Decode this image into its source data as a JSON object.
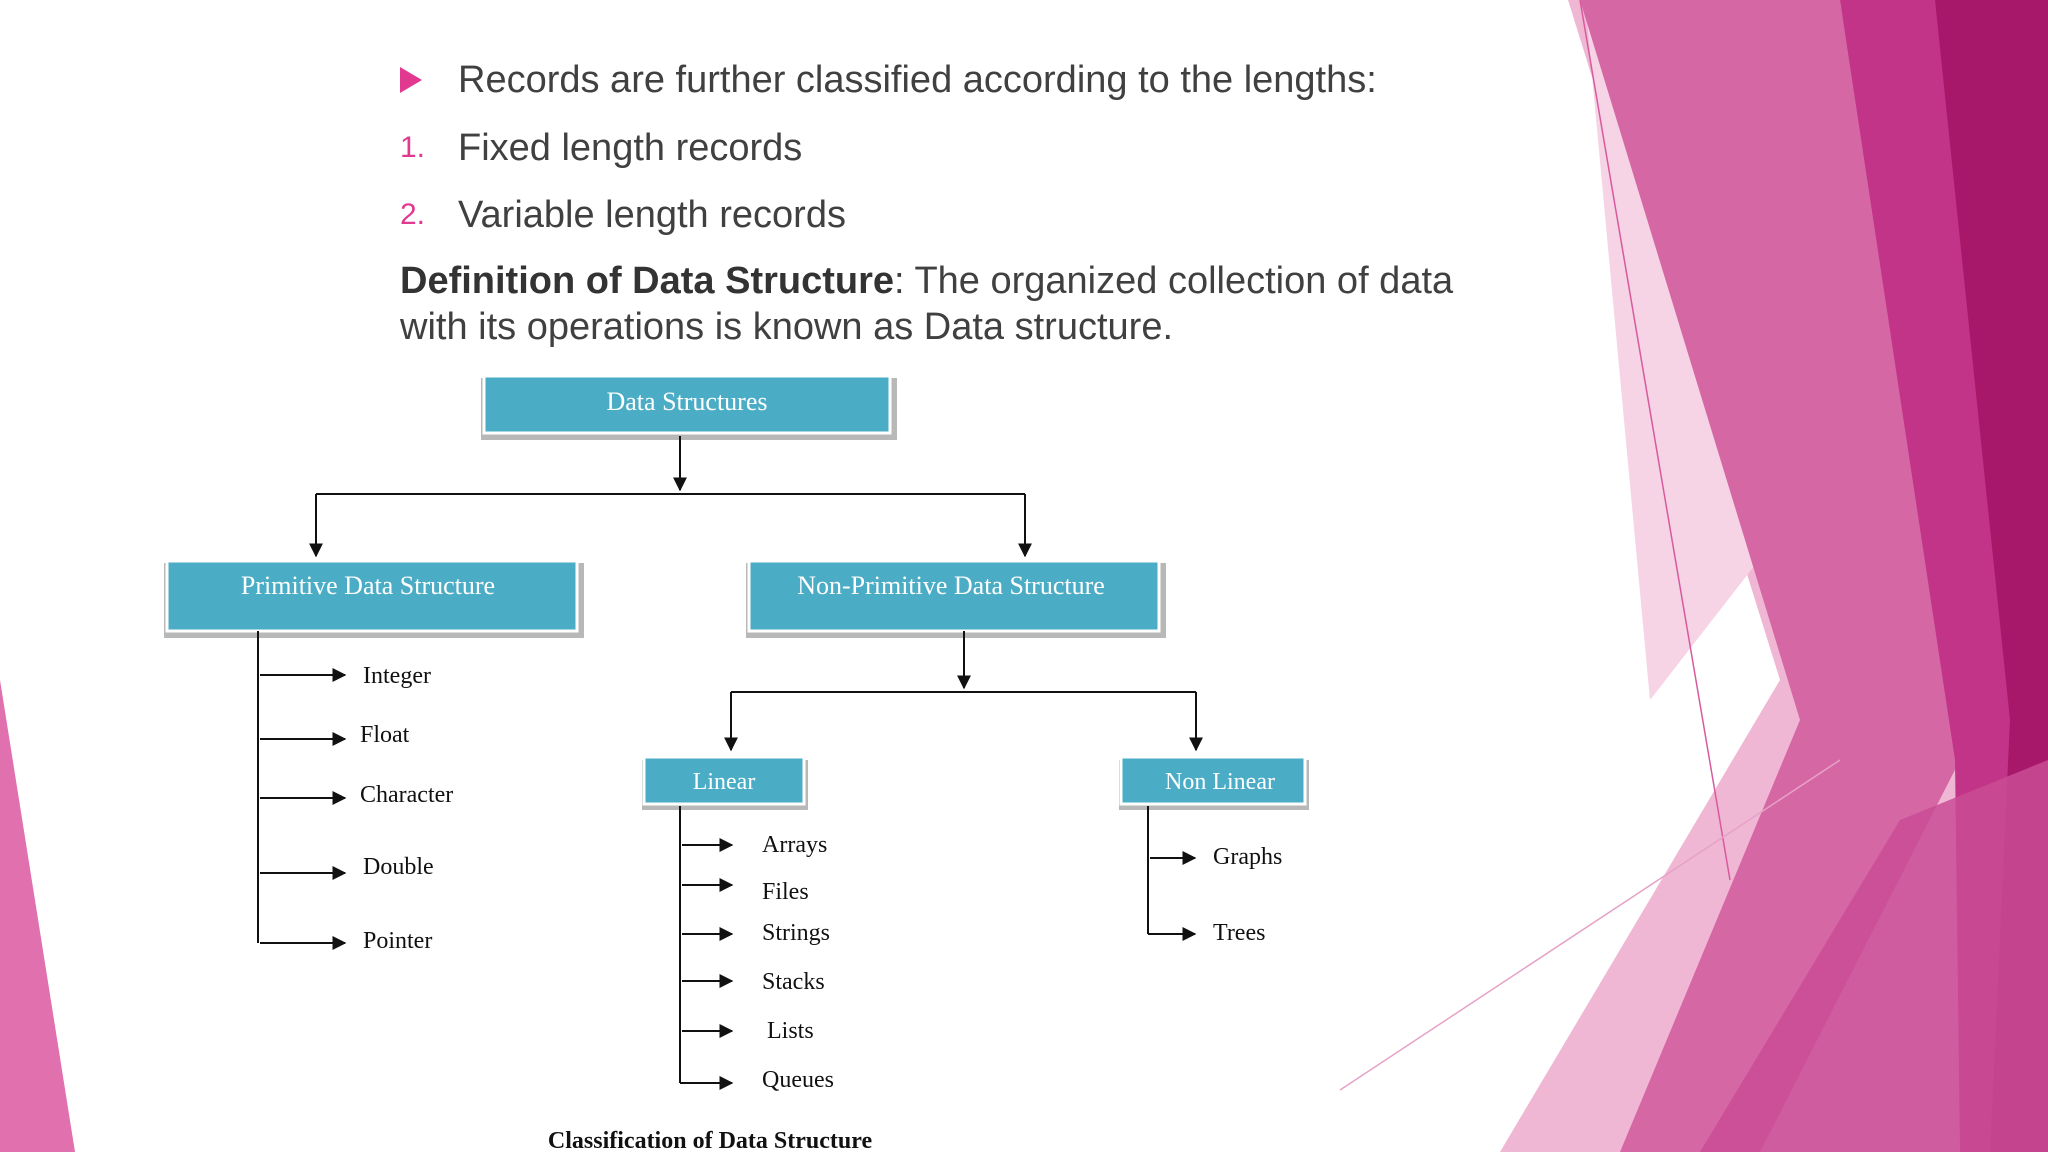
{
  "bullets": [
    {
      "marker": "",
      "text": "Records are further classified according to the lengths:"
    },
    {
      "marker": "1.",
      "text": "Fixed length records"
    },
    {
      "marker": "2.",
      "text": "Variable length records"
    }
  ],
  "definition": {
    "term": "Definition of Data Structure",
    "text": ": The organized collection of data with its operations is known as Data structure."
  },
  "diagram": {
    "root": "Data Structures",
    "primitive": {
      "label": "Primitive  Data Structure",
      "items": [
        "Integer",
        "Float",
        "Character",
        "Double",
        "Pointer"
      ]
    },
    "non_primitive": {
      "label": "Non-Primitive  Data Structure",
      "linear": {
        "label": "Linear",
        "items": [
          "Arrays",
          "Files",
          "Strings",
          "Stacks",
          "Lists",
          "Queues"
        ]
      },
      "non_linear": {
        "label": "Non Linear",
        "items": [
          "Graphs",
          "Trees"
        ]
      }
    },
    "caption": "Classification of Data Structure"
  },
  "colors": {
    "accent": "#e0398f",
    "node_fill": "#4bacc6",
    "deco_dark": "#a8186a",
    "deco_mid": "#d45a9e",
    "deco_light": "#eba9cc"
  },
  "icons": {
    "bullet": "triangle-right-icon"
  }
}
